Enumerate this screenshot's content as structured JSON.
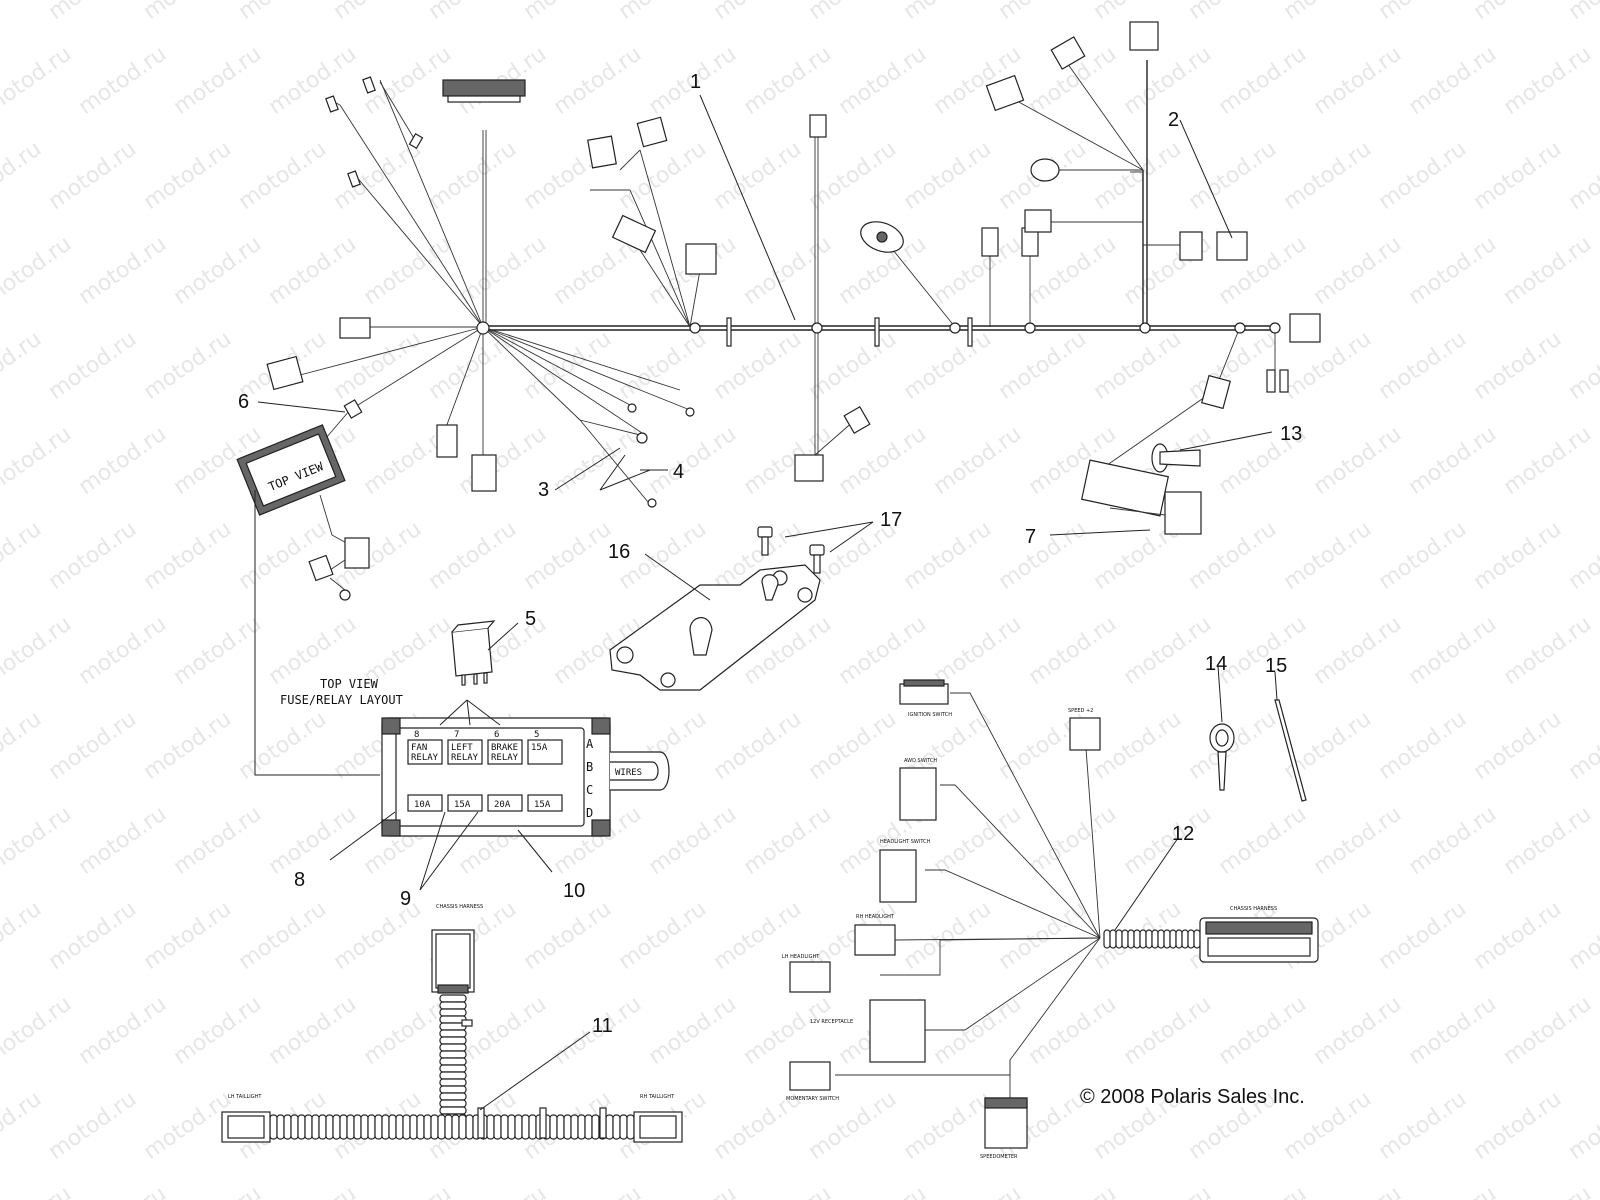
{
  "watermark": "motod.ru",
  "callouts": [
    {
      "id": "1",
      "text": "1"
    },
    {
      "id": "2",
      "text": "2"
    },
    {
      "id": "3",
      "text": "3"
    },
    {
      "id": "4",
      "text": "4"
    },
    {
      "id": "5",
      "text": "5"
    },
    {
      "id": "6",
      "text": "6"
    },
    {
      "id": "7",
      "text": "7"
    },
    {
      "id": "8",
      "text": "8"
    },
    {
      "id": "9",
      "text": "9"
    },
    {
      "id": "10",
      "text": "10"
    },
    {
      "id": "11",
      "text": "11"
    },
    {
      "id": "12",
      "text": "12"
    },
    {
      "id": "13",
      "text": "13"
    },
    {
      "id": "14",
      "text": "14"
    },
    {
      "id": "15",
      "text": "15"
    },
    {
      "id": "16",
      "text": "16"
    },
    {
      "id": "17",
      "text": "17"
    }
  ],
  "labels": {
    "top_view_module": "TOP VIEW",
    "layout_line1": "TOP VIEW",
    "layout_line2": "FUSE/RELAY LAYOUT",
    "row_letters": [
      "A",
      "B",
      "C",
      "D"
    ],
    "col_numbers": [
      "8",
      "7",
      "6",
      "5"
    ],
    "fuses_top": [
      "FAN RELAY",
      "LEFT RELAY",
      "BRAKE RELAY",
      "15A"
    ],
    "fuses_bottom": [
      "10A",
      "15A",
      "20A",
      "15A"
    ],
    "fuse_box_tab": "WIRES",
    "chassis_harness_bottom": "CHASSIS HARNESS",
    "lh_taillight": "LH TAILLIGHT",
    "rh_taillight": "RH TAILLIGHT",
    "ignition_switch": "IGNITION SWITCH",
    "speed_switch": "SPEED +2",
    "awd_switch": "AWD SWITCH",
    "headlight_switch": "HEADLIGHT SWITCH",
    "rh_headlight": "RH HEADLIGHT",
    "lh_headlight": "LH HEADLIGHT",
    "receptacle": "12V RECEPTACLE",
    "momentary_switch": "MOMENTARY SWITCH",
    "speedometer": "SPEEDOMETER",
    "chassis_harness_right": "CHASSIS HARNESS"
  },
  "copyright": "© 2008 Polaris Sales Inc."
}
